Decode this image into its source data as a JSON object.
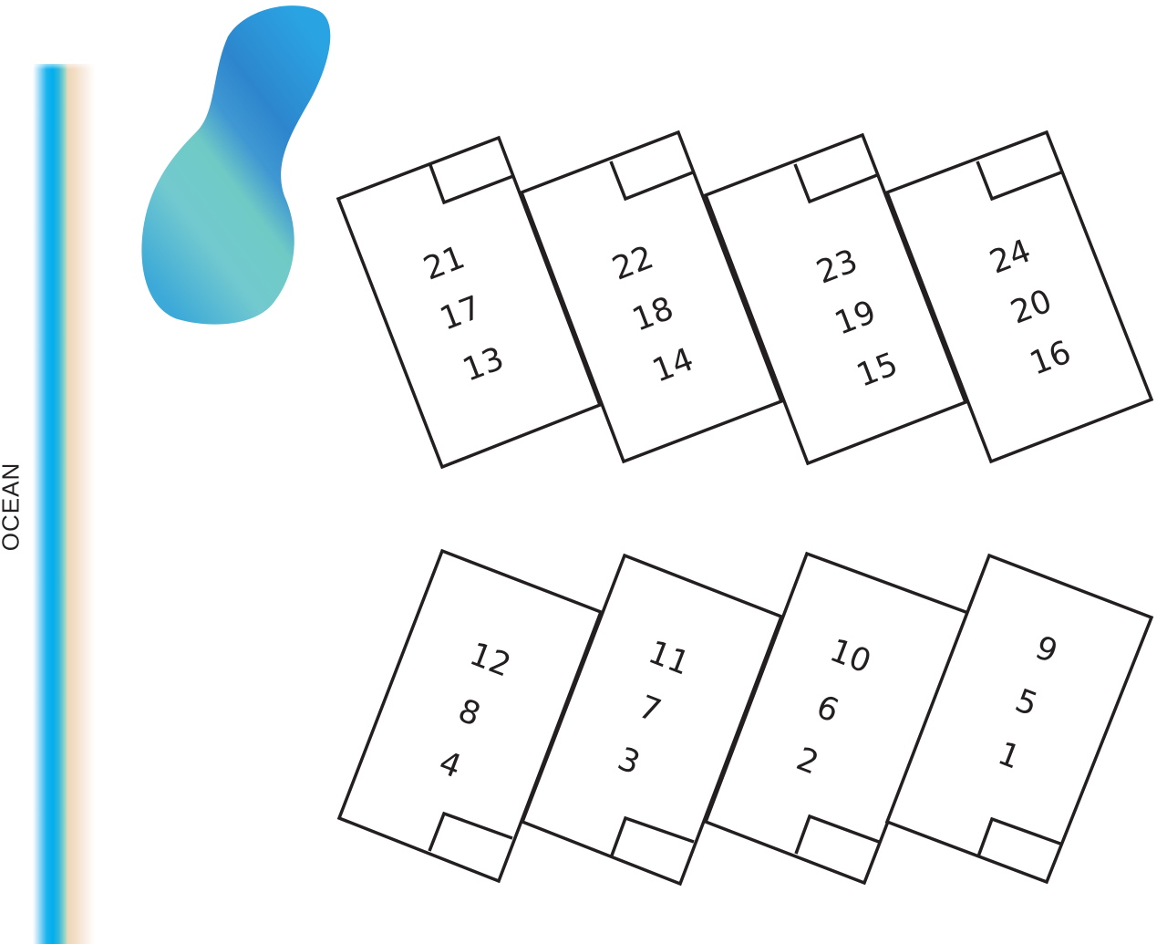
{
  "ocean": {
    "label": "OCEAN",
    "gradient_colors": [
      "#c9e9fb",
      "#00aeef",
      "#9dd6c4",
      "#ecd6b9",
      "#f8ece0"
    ]
  },
  "pool": {
    "gradient_colors": [
      "#2f86cc",
      "#6fcac5",
      "#0aa0dd"
    ]
  },
  "top_row": [
    {
      "id": "unit-a",
      "numbers": [
        "21",
        "17",
        "13"
      ]
    },
    {
      "id": "unit-b",
      "numbers": [
        "22",
        "18",
        "14"
      ]
    },
    {
      "id": "unit-c",
      "numbers": [
        "23",
        "19",
        "15"
      ]
    },
    {
      "id": "unit-d",
      "numbers": [
        "24",
        "20",
        "16"
      ]
    }
  ],
  "bottom_row": [
    {
      "id": "unit-e",
      "numbers": [
        "12",
        "8",
        "4"
      ]
    },
    {
      "id": "unit-f",
      "numbers": [
        "11",
        "7",
        "3"
      ]
    },
    {
      "id": "unit-g",
      "numbers": [
        "10",
        "6",
        "2"
      ]
    },
    {
      "id": "unit-h",
      "numbers": [
        "9",
        "5",
        "1"
      ]
    }
  ],
  "colors": {
    "outline": "#231f20",
    "background": "#ffffff"
  }
}
